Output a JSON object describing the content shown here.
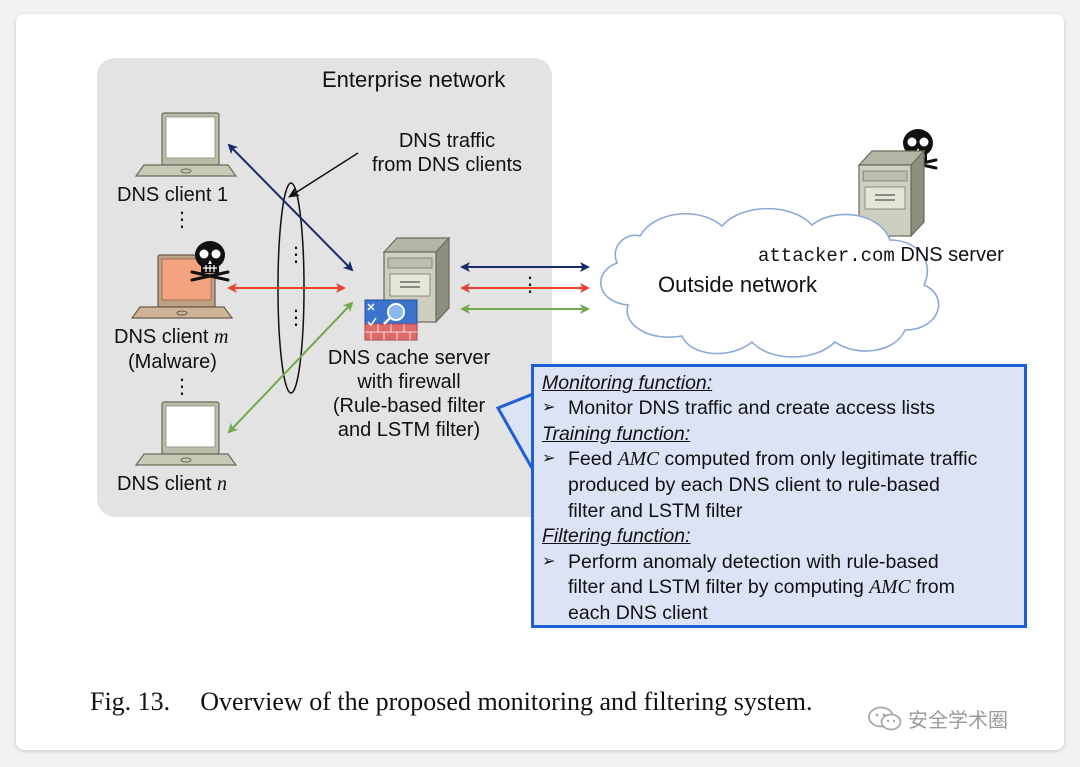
{
  "enterprise": {
    "title": "Enterprise network"
  },
  "clients": {
    "client1": "DNS client 1",
    "clientm_prefix": "DNS client ",
    "clientm_var": "m",
    "clientm_sub": "(Malware)",
    "clientn_prefix": "DNS client ",
    "clientn_var": "n",
    "ellipsis": "⋮"
  },
  "traffic_label": {
    "line1": "DNS traffic",
    "line2": "from DNS clients"
  },
  "cache_server": {
    "line1": "DNS cache server",
    "line2": "with firewall",
    "line3": "(Rule-based filter",
    "line4": "and LSTM filter)"
  },
  "outside": {
    "cloud_label": "Outside network"
  },
  "attacker": {
    "domain": "attacker.com",
    "suffix": "DNS server"
  },
  "functions": {
    "monitoring_title": "Monitoring function:",
    "monitoring_item": "Monitor DNS traffic and create access lists",
    "training_title": "Training function:",
    "training_pre": "Feed ",
    "training_var": "AMC",
    "training_post": " computed from only legitimate traffic",
    "training_line2": "produced by each DNS client to rule-based",
    "training_line3": "filter and LSTM filter",
    "filtering_title": "Filtering function:",
    "filtering_line1": "Perform anomaly detection with rule-based",
    "filtering_pre": "filter and LSTM filter by computing ",
    "filtering_var": "AMC",
    "filtering_post": " from",
    "filtering_line3": "each DNS client",
    "bullet": "➢"
  },
  "caption": {
    "label": "Fig. 13.",
    "text": "Overview of the proposed monitoring and filtering system."
  },
  "watermark": {
    "text": "安全学术圈"
  },
  "colors": {
    "dark_blue_arrow": "#1a2b6b",
    "red_arrow": "#e8432e",
    "green_arrow": "#72aa4e",
    "box_border": "#1f5fd6",
    "box_fill": "#dbe3f5"
  }
}
